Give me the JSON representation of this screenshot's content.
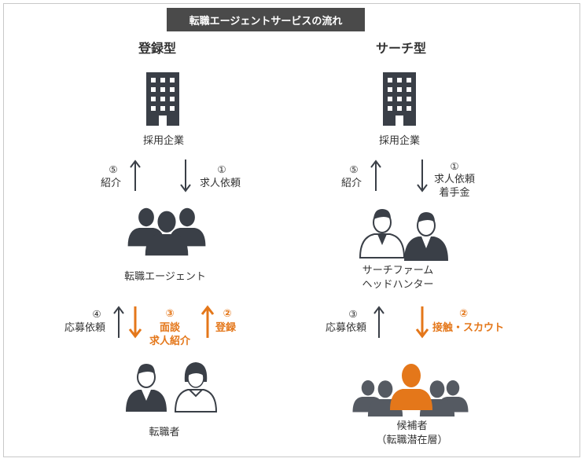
{
  "title": "転職エージェントサービスの流れ",
  "colors": {
    "accent": "#e4771a",
    "dark": "#3a3f47",
    "title_bg": "#4a4a4a",
    "figure_light": "#555a62"
  },
  "left": {
    "heading": "登録型",
    "company": "採用企業",
    "step5": {
      "num": "⑤",
      "text": "紹介"
    },
    "step1": {
      "num": "①",
      "text": "求人依頼"
    },
    "agent": "転職エージェント",
    "step4": {
      "num": "④",
      "text": "応募依頼"
    },
    "step3": {
      "num": "③",
      "line1": "面談",
      "line2": "求人紹介"
    },
    "step2": {
      "num": "②",
      "text": "登録"
    },
    "candidate": "転職者"
  },
  "right": {
    "heading": "サーチ型",
    "company": "採用企業",
    "step5": {
      "num": "⑤",
      "text": "紹介"
    },
    "step1": {
      "num": "①",
      "line1": "求人依頼",
      "line2": "着手金"
    },
    "firm_line1": "サーチファーム",
    "firm_line2": "ヘッドハンター",
    "step3": {
      "num": "③",
      "text": "応募依頼"
    },
    "step2": {
      "num": "②",
      "text": "接触・スカウト"
    },
    "candidate_line1": "候補者",
    "candidate_line2": "（転職潜在層）"
  }
}
